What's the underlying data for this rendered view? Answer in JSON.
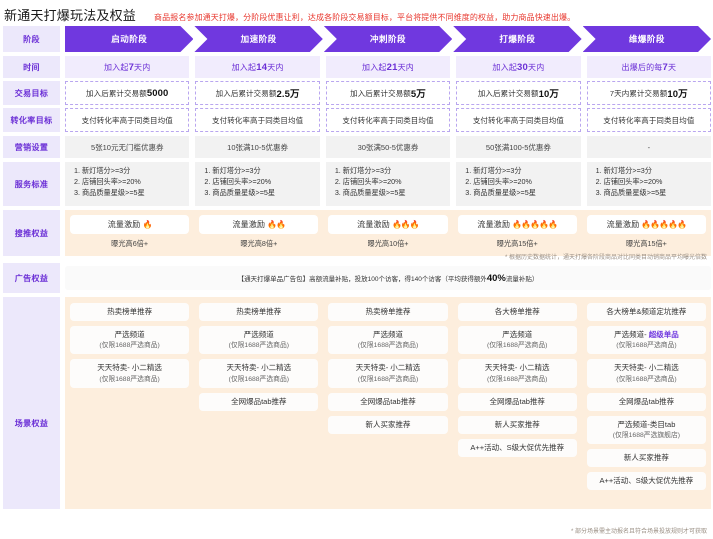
{
  "header": {
    "title": "新通天打爆玩法及权益",
    "subtitle": "商品报名参加通天打爆，分阶段优惠让利，达成各阶段交易额目标，平台将提供不同维度的权益，助力商品快速出爆。"
  },
  "row_labels": {
    "stage": "阶段",
    "time": "时间",
    "trade_goal": "交易目标",
    "conversion_goal": "转化率目标",
    "marketing": "营销设置",
    "service": "服务标准",
    "search_rights": "搜推权益",
    "ad_rights": "广告权益",
    "scene_rights": "场景权益"
  },
  "stages": [
    {
      "name": "启动阶段"
    },
    {
      "name": "加速阶段"
    },
    {
      "name": "冲刺阶段"
    },
    {
      "name": "打爆阶段"
    },
    {
      "name": "维爆阶段"
    }
  ],
  "time": [
    {
      "prefix": "加入起",
      "num": "7",
      "suffix": "天内"
    },
    {
      "prefix": "加入起",
      "num": "14",
      "suffix": "天内"
    },
    {
      "prefix": "加入起",
      "num": "21",
      "suffix": "天内"
    },
    {
      "prefix": "加入起",
      "num": "30",
      "suffix": "天内"
    },
    {
      "prefix": "出爆后的每",
      "num": "7",
      "suffix": "天"
    }
  ],
  "trade_goal": [
    {
      "prefix": "加入后累计交易额",
      "num": "5000",
      "suffix": ""
    },
    {
      "prefix": "加入后累计交易额",
      "num": "2.5万",
      "suffix": ""
    },
    {
      "prefix": "加入后累计交易额",
      "num": "5万",
      "suffix": ""
    },
    {
      "prefix": "加入后累计交易额",
      "num": "10万",
      "suffix": ""
    },
    {
      "prefix": "7天内累计交易额",
      "num": "10万",
      "suffix": ""
    }
  ],
  "conversion_goal": [
    "支付转化率高于同类目均值",
    "支付转化率高于同类目均值",
    "支付转化率高于同类目均值",
    "支付转化率高于同类目均值",
    "支付转化率高于同类目均值"
  ],
  "marketing": [
    "5张10元无门槛优惠券",
    "10张满10-5优惠券",
    "30张满50-5优惠券",
    "50张满100-5优惠券",
    "-"
  ],
  "service": [
    [
      "1. 新灯塔分>=3分",
      "2. 店铺回头率>=20%",
      "3. 商品质量星级>=5星"
    ],
    [
      "1. 新灯塔分>=3分",
      "2. 店铺回头率>=20%",
      "3. 商品质量星级>=5星"
    ],
    [
      "1. 新灯塔分>=3分",
      "2. 店铺回头率>=20%",
      "3. 商品质量星级>=5星"
    ],
    [
      "1. 新灯塔分>=3分",
      "2. 店铺回头率>=20%",
      "3. 商品质量星级>=5星"
    ],
    [
      "1. 新灯塔分>=3分",
      "2. 店铺回头率>=20%",
      "3. 商品质量星级>=5星"
    ]
  ],
  "search_rights": {
    "items": [
      {
        "label": "流量激励",
        "flames": "🔥",
        "sub": "曝光高6倍+"
      },
      {
        "label": "流量激励",
        "flames": "🔥🔥",
        "sub": "曝光高8倍+"
      },
      {
        "label": "流量激励",
        "flames": "🔥🔥🔥",
        "sub": "曝光高10倍+"
      },
      {
        "label": "流量激励",
        "flames": "🔥🔥🔥🔥🔥",
        "sub": "曝光高15倍+"
      },
      {
        "label": "流量激励",
        "flames": "🔥🔥🔥🔥🔥",
        "sub": "曝光高15倍+"
      }
    ],
    "note": "* 根据历史数据统计，通天打爆各阶段商品对比同类目动销商品平均曝光倍数"
  },
  "ad_rights": {
    "prefix": "【通天打爆单品广告包】高额流量补贴，投放100个访客，得140个访客（平均获得额外",
    "highlight": "40%",
    "suffix": "流量补贴）"
  },
  "scene_rights": {
    "columns": [
      [
        {
          "title": "热卖榜单推荐",
          "sub": ""
        },
        {
          "title": "严选频道",
          "sub": "(仅限1688严选商品)"
        },
        {
          "title": "天天特卖- 小二精选",
          "sub": "(仅限1688严选商品)"
        }
      ],
      [
        {
          "title": "热卖榜单推荐",
          "sub": ""
        },
        {
          "title": "严选频道",
          "sub": "(仅限1688严选商品)"
        },
        {
          "title": "天天特卖- 小二精选",
          "sub": "(仅限1688严选商品)"
        },
        {
          "title": "全网爆品tab推荐",
          "sub": ""
        }
      ],
      [
        {
          "title": "热卖榜单推荐",
          "sub": ""
        },
        {
          "title": "严选频道",
          "sub": "(仅限1688严选商品)"
        },
        {
          "title": "天天特卖- 小二精选",
          "sub": "(仅限1688严选商品)"
        },
        {
          "title": "全网爆品tab推荐",
          "sub": ""
        },
        {
          "title": "新人买家推荐",
          "sub": ""
        }
      ],
      [
        {
          "title": "各大榜单推荐",
          "sub": ""
        },
        {
          "title": "严选频道",
          "sub": "(仅限1688严选商品)"
        },
        {
          "title": "天天特卖- 小二精选",
          "sub": "(仅限1688严选商品)"
        },
        {
          "title": "全网爆品tab推荐",
          "sub": ""
        },
        {
          "title": "新人买家推荐",
          "sub": ""
        },
        {
          "title": "A++活动、S级大促优先推荐",
          "sub": ""
        }
      ],
      [
        {
          "title": "各大榜单&频道定坑推荐",
          "sub": ""
        },
        {
          "title": "严选频道- 超级单品",
          "sub": "(仅限1688严选商品)",
          "hl": "超级单品"
        },
        {
          "title": "天天特卖- 小二精选",
          "sub": "(仅限1688严选商品)"
        },
        {
          "title": "全网爆品tab推荐",
          "sub": ""
        },
        {
          "title": "严选频道-类目tab",
          "sub": "(仅限1688严选旗舰店)"
        },
        {
          "title": "新人买家推荐",
          "sub": ""
        },
        {
          "title": "A++活动、S级大促优先推荐",
          "sub": ""
        }
      ]
    ],
    "note": "* 部分场景需主动报名且符合场景投放规则才可获取"
  }
}
